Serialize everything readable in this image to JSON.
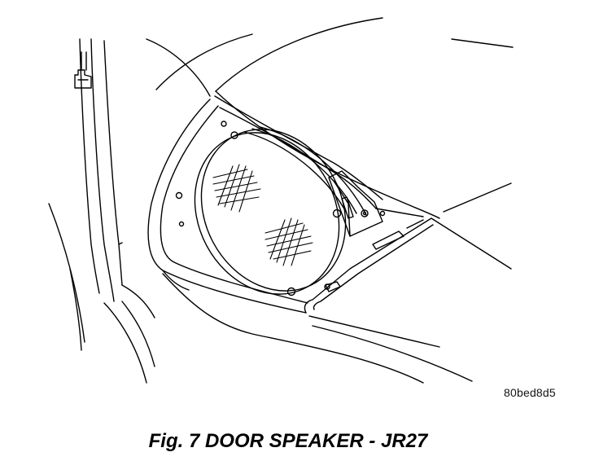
{
  "figure": {
    "caption": "Fig. 7 DOOR SPEAKER - JR27",
    "ref_code": "80bed8d5"
  },
  "illustration": {
    "icon": "door-speaker-line-art",
    "stroke_color": "#000000",
    "fill_color": "#ffffff"
  }
}
